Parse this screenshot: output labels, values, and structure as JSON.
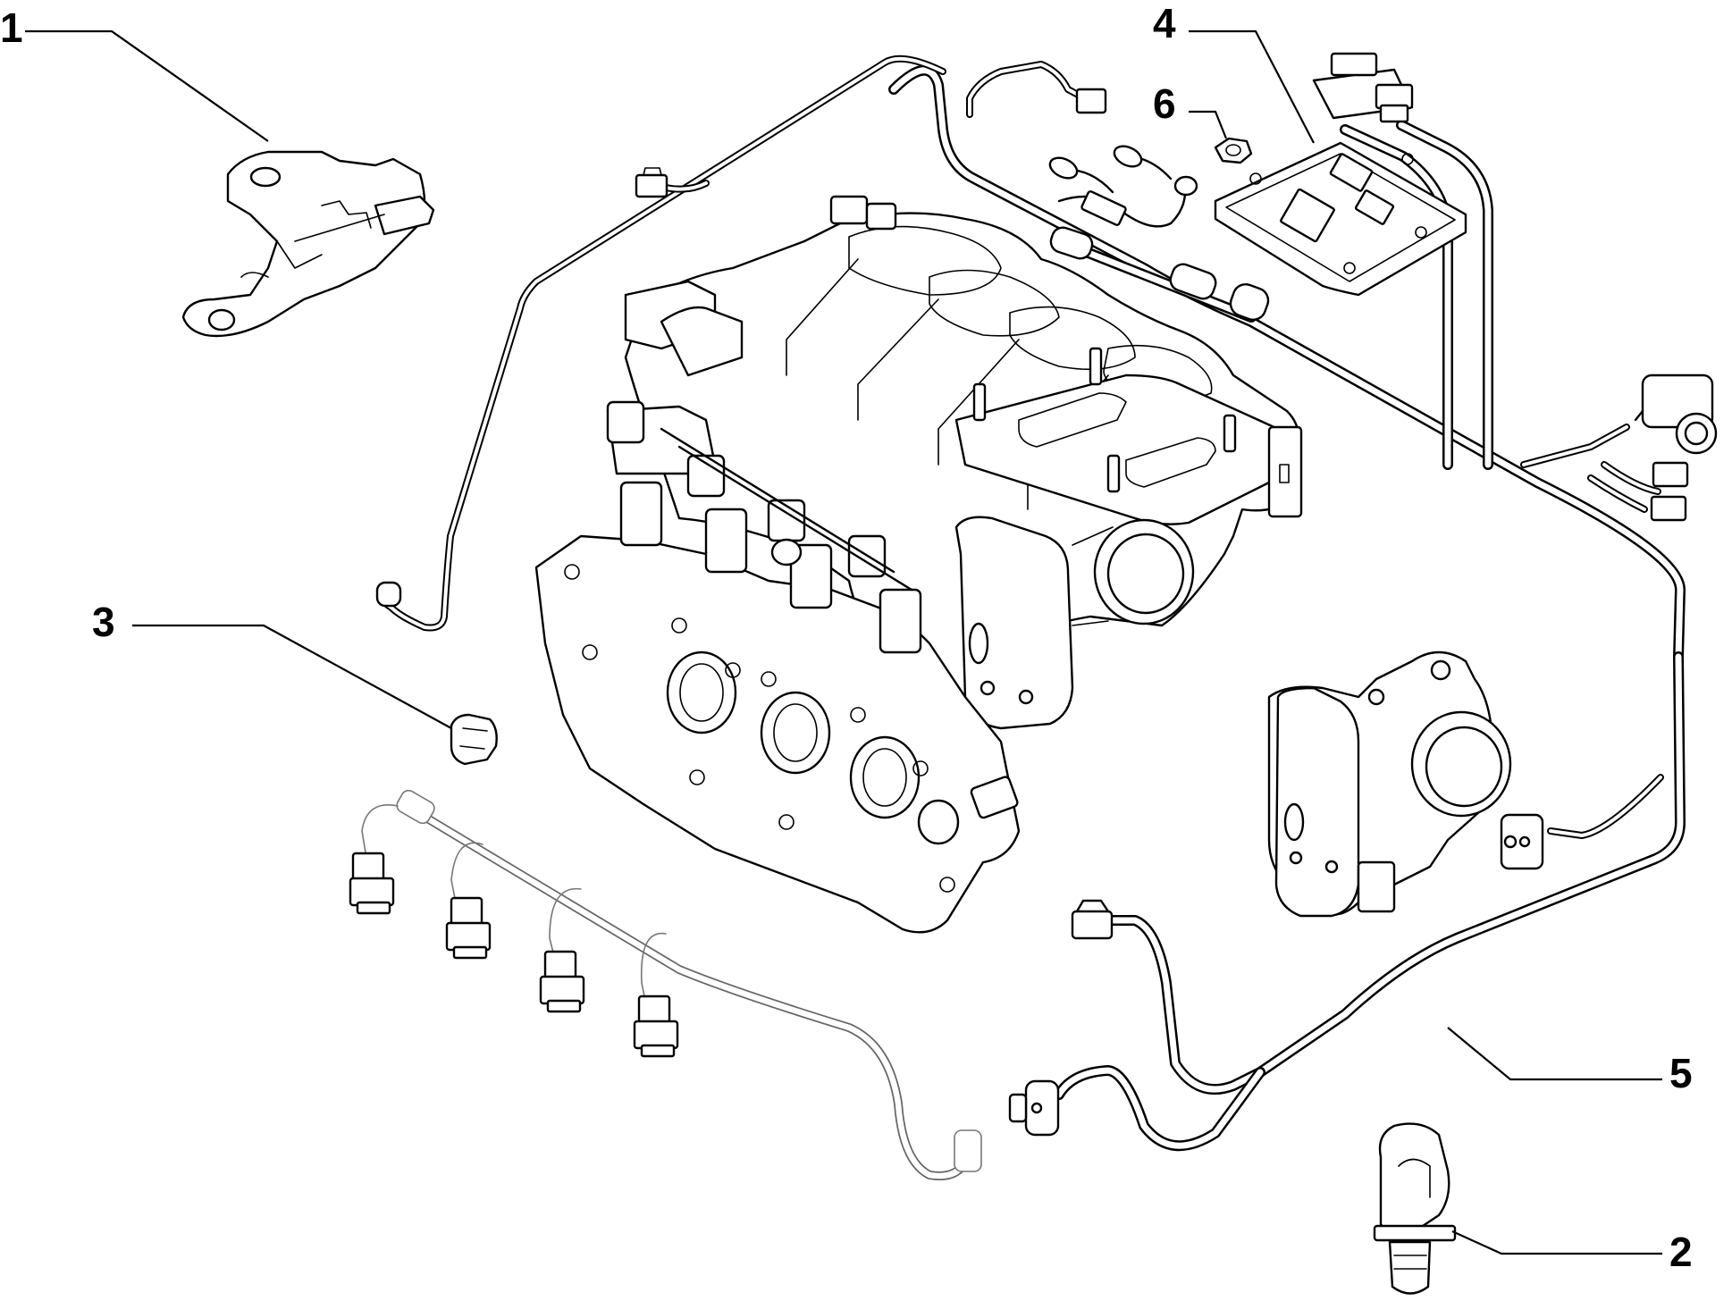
{
  "callouts": [
    {
      "label": "1",
      "part": "bracket"
    },
    {
      "label": "2",
      "part": "harness-clip"
    },
    {
      "label": "3",
      "part": "small-clip"
    },
    {
      "label": "4",
      "part": "control-unit"
    },
    {
      "label": "5",
      "part": "wiring-harness"
    },
    {
      "label": "6",
      "part": "nut"
    }
  ]
}
